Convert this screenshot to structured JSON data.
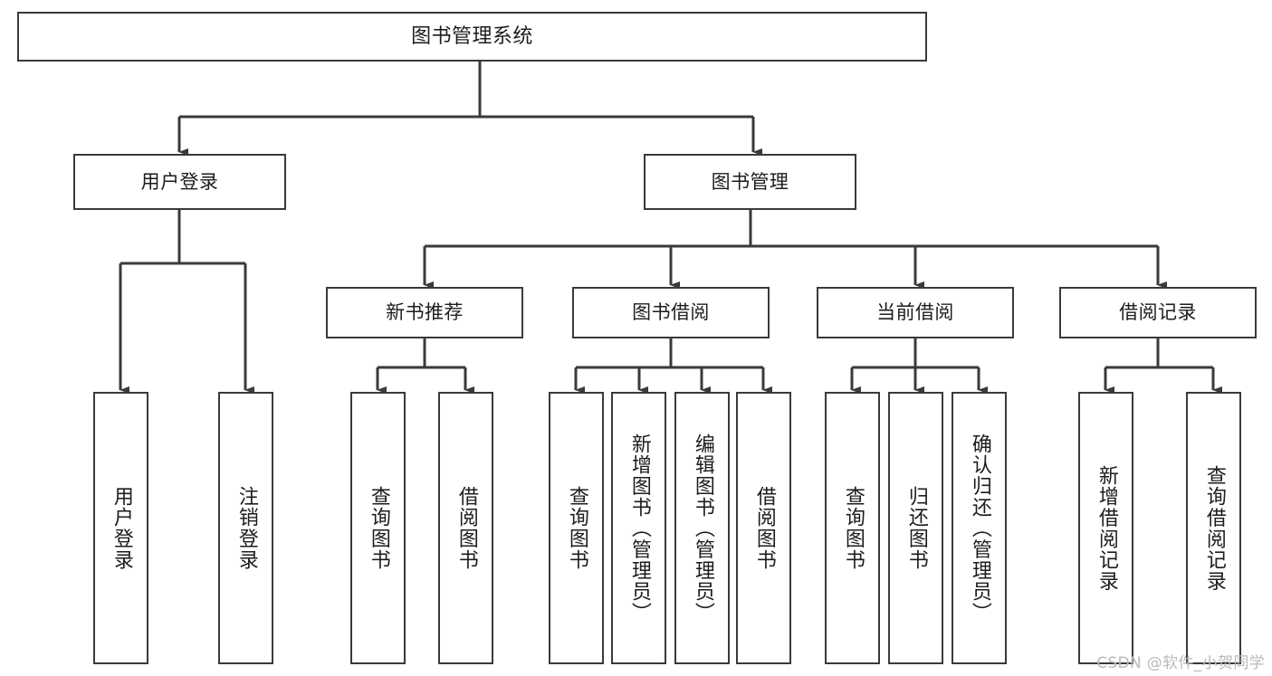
{
  "diagram": {
    "type": "hierarchy-tree",
    "title": "图书管理系统",
    "orientation": "top-down",
    "colors": {
      "box_border": "#3a3a3a",
      "box_fill": "#ffffff",
      "connector": "#3a3a3a",
      "text": "#1d1d1d",
      "watermark": "#b9b9b9",
      "background": "#ffffff"
    },
    "levels": 4
  },
  "root": {
    "label": "图书管理系统"
  },
  "level2": [
    {
      "label": "用户登录"
    },
    {
      "label": "图书管理"
    }
  ],
  "level3": [
    {
      "label": "新书推荐"
    },
    {
      "label": "图书借阅"
    },
    {
      "label": "当前借阅"
    },
    {
      "label": "借阅记录"
    }
  ],
  "leaves": {
    "user_login": [
      {
        "label": "用户登录"
      },
      {
        "label": "注销登录"
      }
    ],
    "new_book": [
      {
        "label": "查询图书"
      },
      {
        "label": "借阅图书"
      }
    ],
    "book_borrow": [
      {
        "label": "查询图书"
      },
      {
        "label": "新增图书（管理员）"
      },
      {
        "label": "编辑图书（管理员）"
      },
      {
        "label": "借阅图书"
      }
    ],
    "current_borrow": [
      {
        "label": "查询图书"
      },
      {
        "label": "归还图书"
      },
      {
        "label": "确认归还（管理员）"
      }
    ],
    "borrow_record": [
      {
        "label": "新增借阅记录"
      },
      {
        "label": "查询借阅记录"
      }
    ]
  },
  "watermark": {
    "text": "CSDN @软件_小贺同学"
  }
}
